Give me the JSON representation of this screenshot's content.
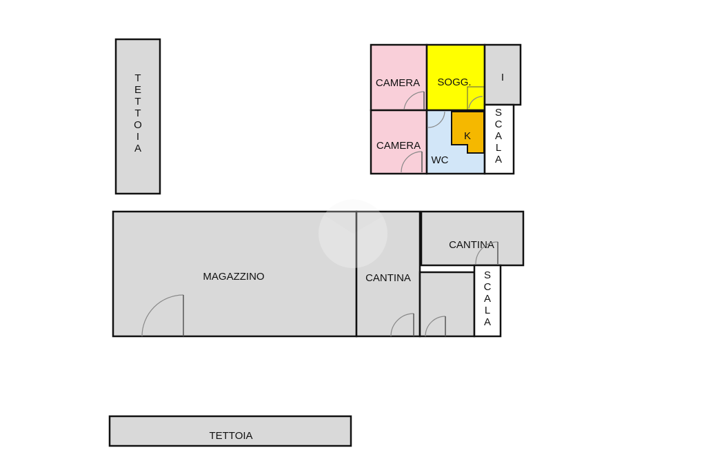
{
  "colors": {
    "gray": "#d9d9d9",
    "camera": "#f9cfd9",
    "soggiorno": "#ffff00",
    "wc": "#d2e6f8",
    "kitchen": "#f5b800",
    "scala": "#ffffff",
    "wall": "#111111"
  },
  "rooms": {
    "tettoia_vertical": "TETTOIA",
    "camera_top": "CAMERA",
    "soggiorno": "SOGG.",
    "ingresso": "I",
    "camera_bottom": "CAMERA",
    "kitchen": "K",
    "wc": "WC",
    "scala_upper": "SCALA",
    "magazzino": "MAGAZZINO",
    "cantina_middle": "CANTINA",
    "cantina_right": "CANTINA",
    "scala_lower": "SCALA",
    "tettoia_horizontal": "TETTOIA"
  }
}
